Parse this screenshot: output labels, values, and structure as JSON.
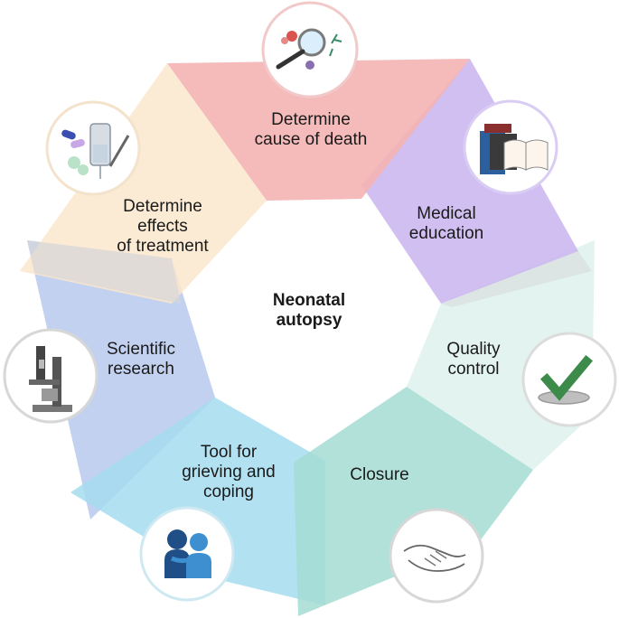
{
  "center": {
    "lines": [
      "Neonatal",
      "autopsy"
    ]
  },
  "segments": [
    {
      "id": "cause-of-death",
      "lines": [
        "Determine",
        "cause of death"
      ],
      "icon": "magnifier-cells-icon",
      "color": "#f4b3b3"
    },
    {
      "id": "medical-education",
      "lines": [
        "Medical",
        "education"
      ],
      "icon": "books-icon",
      "color": "#c9b4ee"
    },
    {
      "id": "quality-control",
      "lines": [
        "Quality",
        "control"
      ],
      "icon": "checkmark-icon",
      "color": "#dff2ee"
    },
    {
      "id": "closure",
      "lines": [
        "Closure"
      ],
      "icon": "handshake-icon",
      "color": "#a5dcd3"
    },
    {
      "id": "grieving",
      "lines": [
        "Tool for",
        "grieving and",
        "coping"
      ],
      "icon": "hug-icon",
      "color": "#a5dcee"
    },
    {
      "id": "scientific-research",
      "lines": [
        "Scientific",
        "research"
      ],
      "icon": "microscope-icon",
      "color": "#b8c9ef"
    },
    {
      "id": "effects-of-treatment",
      "lines": [
        "Determine",
        "effects",
        "of treatment"
      ],
      "icon": "medication-icon",
      "color": "#fbe7cd"
    }
  ]
}
